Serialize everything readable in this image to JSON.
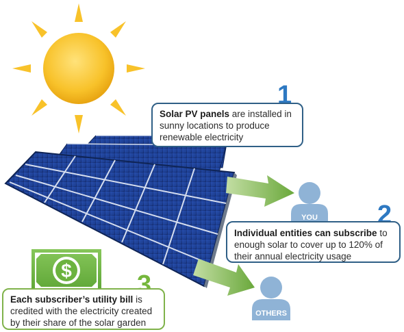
{
  "colors": {
    "sun": "#f8c22a",
    "panel": "#1d3d8f",
    "arrow": "#7ab648",
    "person": "#8fb3d6",
    "callout_border_blue": "#2f5f86",
    "callout_border_green": "#7fb24a",
    "step_blue": "#2e79c2",
    "step_green": "#75b73c",
    "bill": "#6cb33f"
  },
  "icons": [
    "sun-icon",
    "solar-panel-icon",
    "arrow-icon",
    "person-icon",
    "dollar-bill-icon"
  ],
  "steps": [
    {
      "number": "1",
      "bold": "Solar PV panels",
      "text": " are installed in sunny locations to produce renewable electricity"
    },
    {
      "number": "2",
      "bold": "Individual entities can subscribe",
      "text": " to enough solar to cover up to 120% of their annual electricity usage"
    },
    {
      "number": "3",
      "bold": "Each subscriber’s utility bill",
      "text": " is credited with the electricity created by their share of the solar garden"
    }
  ],
  "people": {
    "you": "YOU",
    "others": "OTHERS"
  },
  "bill_symbol": "$"
}
